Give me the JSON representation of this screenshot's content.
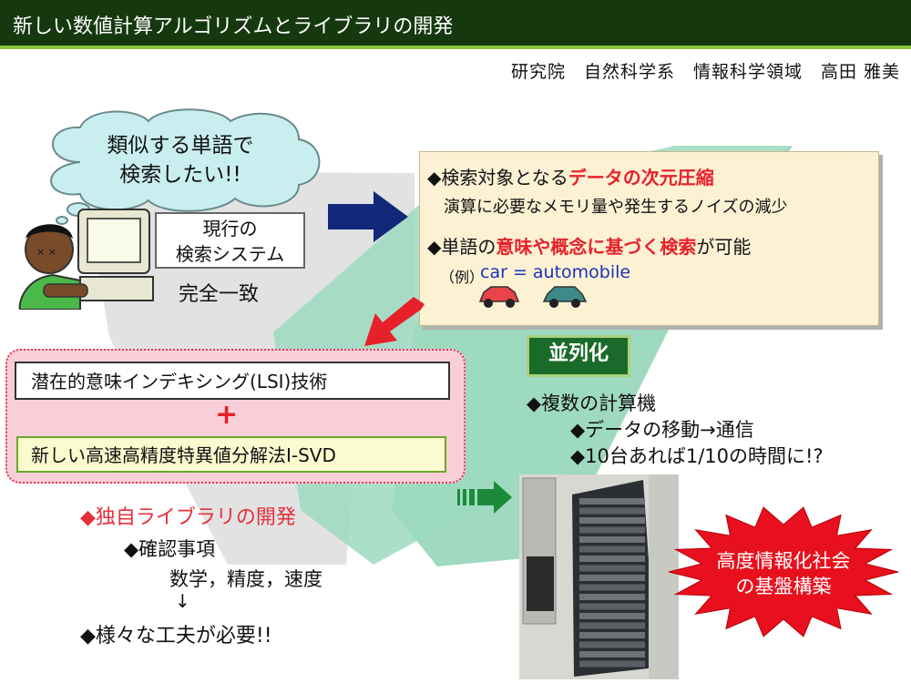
{
  "header": {
    "title": "新しい数値計算アルゴリズムとライブラリの開発"
  },
  "byline": "研究院　自然科学系　情報科学領域　高田 雅美",
  "thought_bubble": {
    "line1": "類似する単語で",
    "line2": "検索したい!!"
  },
  "current_system": {
    "line1": "現行の",
    "line2": "検索システム",
    "caption": "完全一致"
  },
  "features": {
    "item1_prefix": "◆検索対象となる",
    "item1_highlight": "データの次元圧縮",
    "item1_sub": "演算に必要なメモリ量や発生するノイズの減少",
    "item2_prefix": "◆単語の",
    "item2_highlight": "意味や概念に基づく検索",
    "item2_suffix": "が可能",
    "example_label": "（例）",
    "example_text": "car = automobile"
  },
  "techniques": {
    "lsi": "潜在的意味インデキシング(LSI)技術",
    "plus": "+",
    "svd": "新しい高速高精度特異値分解法I-SVD"
  },
  "parallel": {
    "label": "並列化",
    "item1": "◆複数の計算機",
    "item2": "◆データの移動→通信",
    "item3": "◆10台あれば1/10の時間に!?"
  },
  "library": {
    "heading": "◆独自ライブラリの開発",
    "item1": "◆確認事項",
    "item1_sub": "数学，精度，速度",
    "arrow": "↓",
    "item2": "◆様々な工夫が必要!!"
  },
  "starburst": {
    "line1": "高度情報化社会",
    "line2": "の基盤構築"
  },
  "colors": {
    "header_bg": "#15380f",
    "accent_green": "#8cc63e",
    "highlight_red": "#e8202a",
    "example_blue": "#1a33b8",
    "parallel_green": "#1a6b2a",
    "burst_red": "#e8101e"
  }
}
